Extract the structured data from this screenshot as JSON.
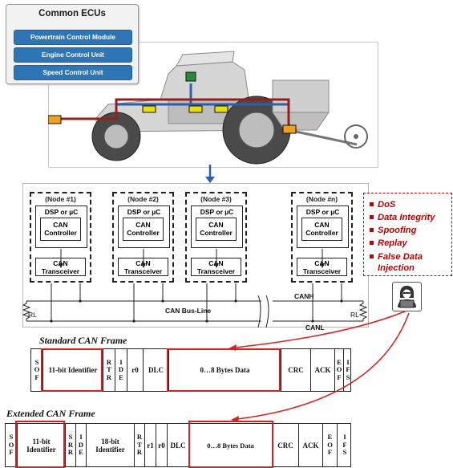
{
  "ecu_panel": {
    "title": "Common ECUs",
    "items": [
      "Powertrain Control Module",
      "Engine Control Unit",
      "Speed Control Unit"
    ]
  },
  "nodes": [
    {
      "label": "(Node #1)",
      "dsp": "DSP or µC",
      "controller": "CAN Controller",
      "transceiver": "CAN Transceiver"
    },
    {
      "label": "(Node #2)",
      "dsp": "DSP or µC",
      "controller": "CAN Controller",
      "transceiver": "CAN Transceiver"
    },
    {
      "label": "(Node #3)",
      "dsp": "DSP or µC",
      "controller": "CAN Controller",
      "transceiver": "CAN Transceiver"
    },
    {
      "label": "(Node #n)",
      "dsp": "DSP or µC",
      "controller": "CAN Controller",
      "transceiver": "CAN Transceiver"
    }
  ],
  "bus": {
    "line_label": "CAN Bus-Line",
    "canh": "CANH",
    "canl": "CANL",
    "resistor_left": "RL",
    "resistor_right": "RL"
  },
  "attacks": [
    "DoS",
    "Data Integrity",
    "Spoofing",
    "Replay",
    "False Data Injection"
  ],
  "standard_frame": {
    "title": "Standard CAN Frame",
    "fields": [
      "SOF",
      "11-bit Identifier",
      "RTR",
      "IDE",
      "r0",
      "DLC",
      "0…8 Bytes Data",
      "CRC",
      "ACK",
      "EOF",
      "IFS"
    ]
  },
  "extended_frame": {
    "title": "Extended CAN Frame",
    "fields": [
      "SOF",
      "11-bit Identifier",
      "SRR",
      "IDE",
      "18-bit Identifier",
      "RTR",
      "r1",
      "r0",
      "DLC",
      "0…8 Bytes Data",
      "CRC",
      "ACK",
      "EOF",
      "IFS"
    ]
  },
  "colors": {
    "ecu_button": "#2e75b6",
    "attack_red": "#c00000",
    "highlight": "#d62020",
    "bus_blue": "#2e5fa6",
    "wire_red": "#9b1c1c",
    "ecu_yellow": "#e8e000",
    "ecu_orange": "#f0a020"
  }
}
